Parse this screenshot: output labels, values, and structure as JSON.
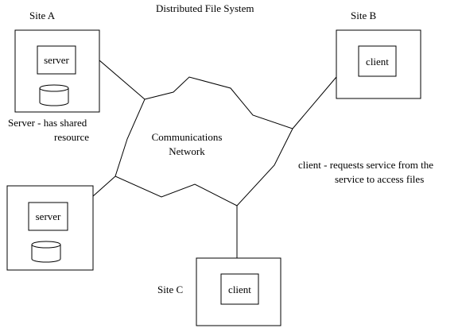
{
  "title": "Distributed File System",
  "sites": {
    "a": {
      "label": "Site A",
      "box_label": "server"
    },
    "b": {
      "label": "Site B",
      "box_label": "client"
    },
    "c": {
      "label": "Site C",
      "box_label": "client"
    },
    "d": {
      "box_label": "server"
    }
  },
  "network": {
    "line1": "Communications",
    "line2": "Network"
  },
  "annotations": {
    "server_note_1": "Server - has shared",
    "server_note_2": "resource",
    "client_note_1": "client - requests service from the",
    "client_note_2": "service to access files"
  }
}
